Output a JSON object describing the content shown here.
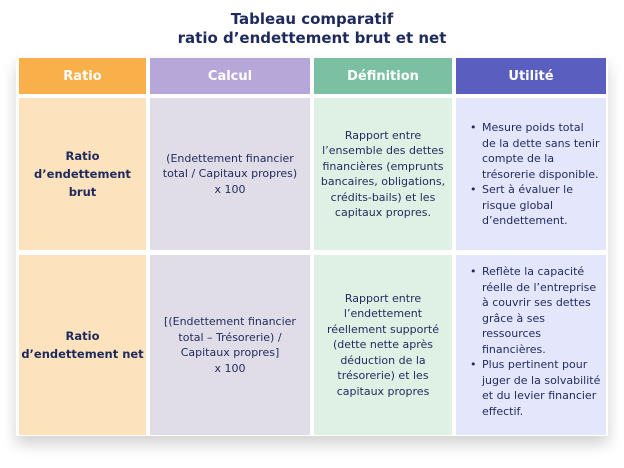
{
  "title": {
    "line1": "Tableau comparatif",
    "line2": "ratio d’endettement brut et net"
  },
  "headers": {
    "ratio": "Ratio",
    "calcul": "Calcul",
    "definition": "Définition",
    "utilite": "Utilité"
  },
  "colors": {
    "ratio_header": "#f9b04a",
    "calcul_header": "#b7a7d8",
    "definition_header": "#7cc0a4",
    "utilite_header": "#5a5fbf",
    "ratio_cell": "#fce3bd",
    "calcul_cell": "#e0dde8",
    "definition_cell": "#dff0e5",
    "utilite_cell": "#e4e6fb"
  },
  "rows": [
    {
      "ratio": "Ratio\nd’endettement brut",
      "calcul": "(Endettement financier\ntotal / Capitaux propres)\nx 100",
      "definition": "Rapport entre\nl’ensemble des dettes\nfinancières (emprunts\nbancaires, obligations,\ncrédits-bails) et les\ncapitaux propres.",
      "utilite": [
        "Mesure poids total\nde la dette sans tenir\ncompte de la\ntrésorerie disponible.",
        "Sert à évaluer le\nrisque global\nd’endettement."
      ]
    },
    {
      "ratio": "Ratio\nd’endettement net",
      "calcul": "[(Endettement financier\ntotal – Trésorerie) /\nCapitaux propres]\nx 100",
      "definition": "Rapport entre\nl’endettement\nréellement supporté\n(dette nette après\ndéduction de la\ntrésorerie) et les\ncapitaux propres",
      "utilite": [
        "Reflète la capacité\nréelle de l’entreprise\nà couvrir ses dettes\ngrâce à ses\nressources\nfinancières.",
        "Plus pertinent pour\njuger de la solvabilité\net du levier financier\neffectif."
      ]
    }
  ]
}
